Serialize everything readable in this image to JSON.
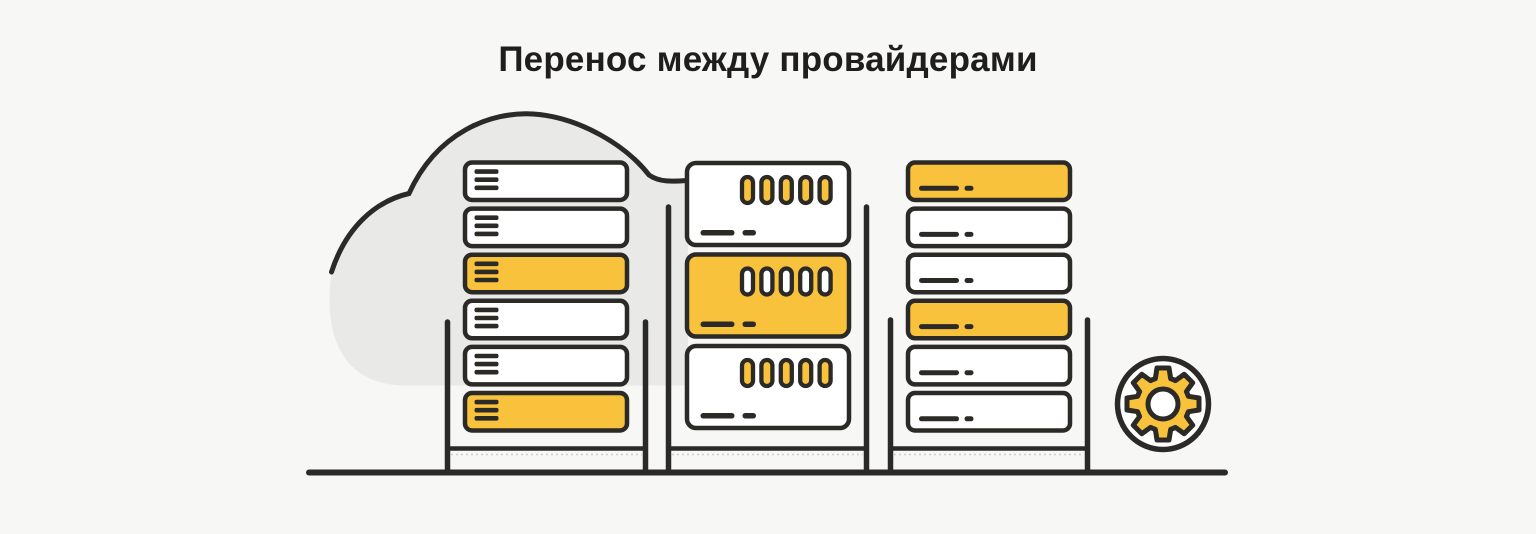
{
  "title": "Перенос между провайдерами",
  "colors": {
    "background": "#f7f7f6",
    "ink": "#2b2a27",
    "cloud": "#e9e9e8",
    "accent_yellow": "#f9c23c",
    "panel_white": "#ffffff",
    "base_dotted": "#cfcfcd"
  },
  "illustration": {
    "cloud": {
      "name": "cloud-shape"
    },
    "racks": [
      {
        "name": "rack-left",
        "style": "hamburger",
        "rows": [
          "white",
          "white",
          "yellow",
          "white",
          "white",
          "yellow"
        ]
      },
      {
        "name": "rack-middle",
        "style": "slots",
        "rows": [
          "white",
          "yellow",
          "white"
        ]
      },
      {
        "name": "rack-right",
        "style": "dash",
        "rows": [
          "yellow",
          "white",
          "white",
          "yellow",
          "white",
          "white"
        ]
      }
    ],
    "gear": {
      "name": "gear-icon",
      "teeth": 8
    }
  }
}
